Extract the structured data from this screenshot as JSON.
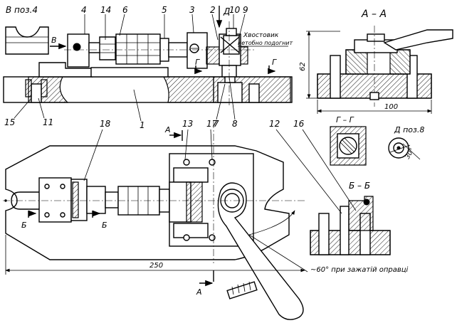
{
  "view_labels": {
    "view_b": "В поз.4",
    "section_aa": "А – А",
    "section_gg": "Г – Г",
    "view_d": "Д поз.8",
    "section_bb": "Б – Б"
  },
  "arrow_letters": {
    "b_arrow": "В",
    "d_arrow": "Д",
    "g_left": "Г",
    "g_right": "Г",
    "a_top": "А",
    "a_bottom": "А",
    "bb_left": "Б",
    "bb_right": "Б"
  },
  "part_numbers": {
    "p1": "1",
    "p2": "2",
    "p3": "3",
    "p4": "4",
    "p5": "5",
    "p6": "6",
    "p7": "7",
    "p8": "8",
    "p9": "9",
    "p10": "10",
    "p11": "11",
    "p12": "12",
    "p13": "13",
    "p14": "14",
    "p15": "15",
    "p16": "16",
    "p17": "17",
    "p18": "18"
  },
  "annotations": {
    "tail_line1": "Хвостовик",
    "tail_line2": "нетобно подогнит",
    "angle_note": "~60° при зажатій оправці"
  },
  "dimensions": {
    "height": "62",
    "width_aa": "100",
    "length": "250",
    "angle_d": "30°"
  }
}
